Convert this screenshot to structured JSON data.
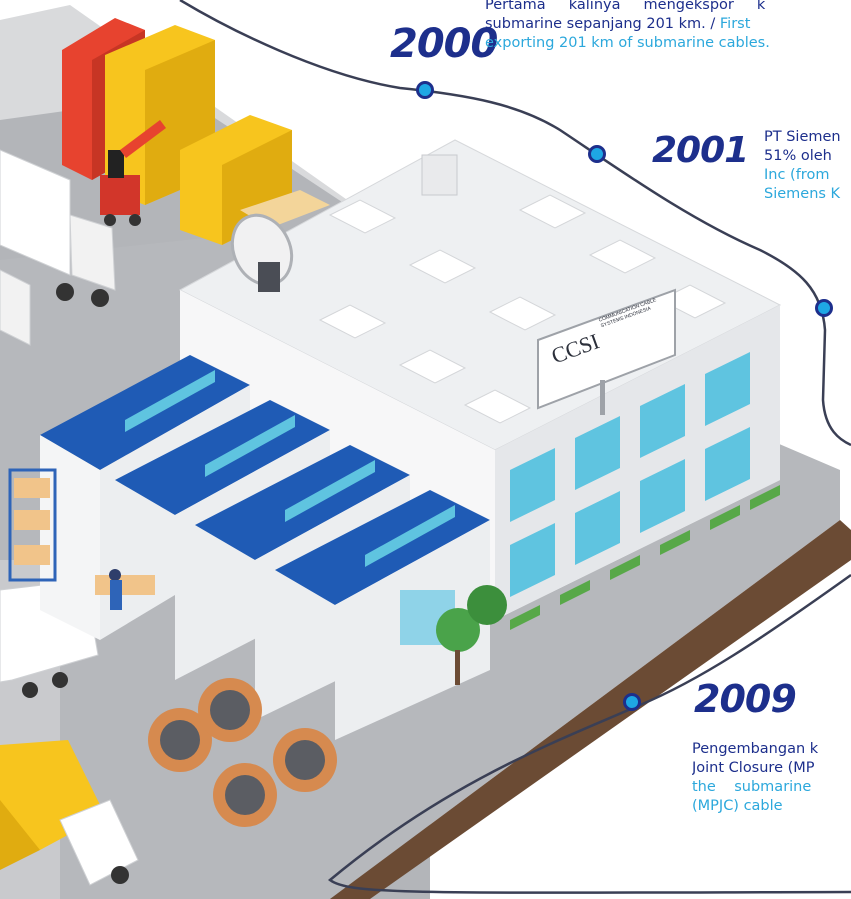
{
  "milestones": [
    {
      "year": "2000",
      "line1_id": "Pertama     kalinya     mengekspor     k",
      "line2_id": "submarine sepanjang 201 km. /",
      "line2_en": "First",
      "line3_en": "exporting 201 km of submarine cables."
    },
    {
      "year": "2001",
      "line1_id": "PT Siemen",
      "line2_id": "51% oleh",
      "line3_en": "Inc (from",
      "line4_en": "Siemens K"
    },
    {
      "year": "2009",
      "line1_id": "Pengembangan k",
      "line2_id": "Joint Closure (MP",
      "line3_en": "the    submarine",
      "line4_en": "(MPJC) cable"
    }
  ],
  "building": {
    "sign_text": "CCSI",
    "sign_subtext": "COMMUNICATION CABLE SYSTEMS INDONESIA"
  },
  "colors": {
    "year_text": "#1d2f8c",
    "english_text": "#2ca8dc",
    "timeline_line": "#3a3f55",
    "timeline_dot": "#1ea7e4",
    "roof_blue": "#1f5bb5",
    "ground": "#b0b3b8",
    "container_red": "#e7432f",
    "container_yellow": "#f7c51e"
  }
}
